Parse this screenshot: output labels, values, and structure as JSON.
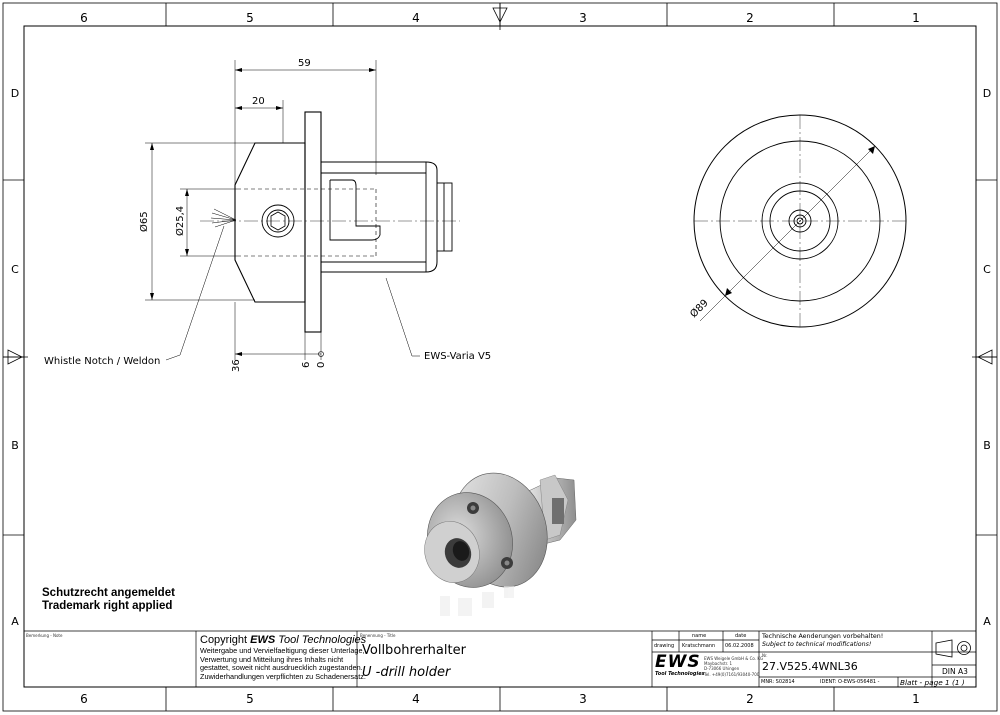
{
  "frame": {
    "columns": [
      "6",
      "5",
      "4",
      "3",
      "2",
      "1"
    ],
    "rows": [
      "D",
      "C",
      "B",
      "A"
    ]
  },
  "dimensions": {
    "len_59": "59",
    "len_20": "20",
    "dia_65": "Ø65",
    "dia_25_4": "Ø25,4",
    "dia_89": "Ø89",
    "len_36": "36",
    "len_6": "6",
    "len_0": "0"
  },
  "callouts": {
    "whistle_notch": "Whistle Notch / Weldon",
    "ews_varia": "EWS-Varia V5"
  },
  "notices": {
    "line1": "Schutzrecht angemeldet",
    "line2": "Trademark right applied"
  },
  "title_block": {
    "note_label": "Bemerkung - Note",
    "copyright_prefix": "Copyright ",
    "copyright_brand": "EWS",
    "copyright_suffix": " Tool Technologies",
    "copyright_text": [
      "Weitergabe und Vervielfaeltigung dieser Unterlage,",
      "Verwertung und Mitteilung ihres Inhalts nicht",
      "gestattet, soweit nicht ausdruecklich zugestanden.",
      "Zuwiderhandlungen verpflichten zu Schadenersatz."
    ],
    "title_label": "Benennung - Title",
    "title_de": "Vollbohrerhalter",
    "title_en": "U -drill holder",
    "name_header": "name",
    "date_header": "date",
    "drawing_label": "drawing",
    "drawing_name": "Kratschmann",
    "drawing_date": "06.02.2008",
    "logo_text": "EWS",
    "logo_sub": "Tool Technologies",
    "company_lines": [
      "EWS Weigele GmbH & Co. KG",
      "Maybachstr. 1",
      "D-73066 Uhingen",
      "Tel. +49(0)7161/93040-700"
    ],
    "notice_de": "Technische Aenderungen vorbehalten!",
    "notice_en": "Subject to technical modifications!",
    "nr_label": "Nr.",
    "part_number": "27.V525.4WNL36",
    "mnr": "MNR: S02814",
    "ident": "IDENT: O-EWS-056481 -",
    "sheet": "Blatt - page  1 (1 )",
    "format": "DIN A3"
  }
}
